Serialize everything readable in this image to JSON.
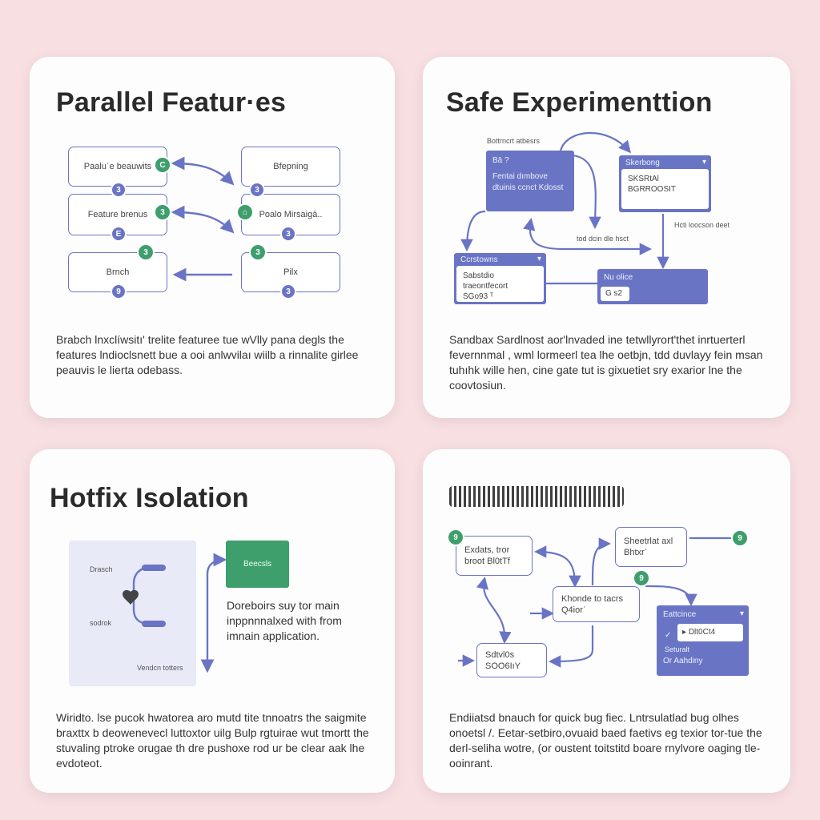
{
  "cards": [
    {
      "title": "Parallel Featur·es",
      "description": "Brabch lnxclíwsitı' trelite featuree tue wVlly pana degls the features lndioclsnett bue a ooi anlwvilaı wiilb a rinnalite girlee peauvis le lierta odebass.",
      "nodes": {
        "n1": "Paaluʿe beauwits",
        "n2": "Feature brenus",
        "n3": "Brnch",
        "n4": "Bfepning",
        "n5": "Poalo Mirsaigā..",
        "n6": "Pilx"
      },
      "badges": {
        "b1": "3",
        "b2": "E",
        "b3": "9",
        "b4": "3",
        "b5": "3",
        "b6": "3",
        "g1": "C",
        "g2": "3",
        "g3": "3",
        "g4": "⌂",
        "g5": "3"
      }
    },
    {
      "title": "Safe Experimenttion",
      "description": "Sandbax Sardlnost aor'lnvaded ine tetwllyrort'thet inrtuerterl fevernnmal , wml lormeerl tea lhe oetbjn, tdd duvlayy fein msan tuhıhk wille hen, cine gate tut is gixuetiet sry exarior lne the coovtosiun.",
      "labels": {
        "top": "Bottrncrt atbesrs",
        "mid": "tod dcin dle hsct",
        "right": "Hcti loocson deet"
      },
      "nodes": {
        "main_badge": "Bā ?",
        "main_text": "Fentai dımbove dtuinis ccnct Kdosst",
        "tr_title": "Skerbong",
        "tr_lines": [
          "SKSRtAl",
          "BGRROOSIT"
        ],
        "bl_title": "Ccrstowns",
        "bl_lines": [
          "Sabstdio traeontfecort",
          "SGo93 ᵀ"
        ],
        "br_title": "Nu olice",
        "br_box": "G s2"
      }
    },
    {
      "title": "Hotfix Isolation",
      "description": "Wiridto. lse pucok hwatorea aro mutd tite tnnoatrs the saigmite braxttx b deowenevecl luttoxtor uilg Bulp rgtuirae wut tmortt the stuvaling ptroke orugae th dre pushoxe rod ur be clear aak lhe evdoteot.",
      "labels": {
        "branch": "Drasch",
        "bottom": "sodrok",
        "corner": "Vendcn totters",
        "green": "Beecsls",
        "note": "Doreboirs suy tor main inppnnnalxed with from imnain application."
      }
    },
    {
      "title": "",
      "description": "Endiiatsd bnauch for quick bug fiec. Lntrsulatlad bug olhes onoetsl /. Eetar-setbiro,ovuaid baed faetivs eg texior tor-tue the derl-seliha wotre, (or oustent toitstitd boare rnylvore oaging tle-ooinrant.",
      "nodes": {
        "n1": "Exdats, tror broot Bl0tTf",
        "n2": "Sheetrlat axl Bhtxrʿ",
        "n3": "Khonde to tacrs Q4iorʿ",
        "n4": "Sdtvl0s SOO6IıY",
        "panel_title": "Eattcince",
        "panel_box": "Dlt0Ct4",
        "panel_sub1": "Seturalt",
        "panel_sub2": "Or Aahdiny"
      },
      "badges": {
        "g1": "9",
        "g2": "9",
        "g3": "9"
      }
    }
  ]
}
